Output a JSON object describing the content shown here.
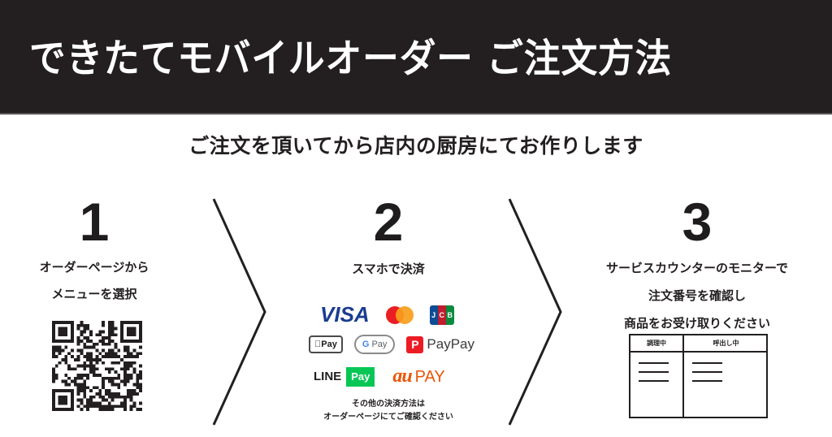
{
  "header": {
    "title": "できたてモバイルオーダー ご注文方法",
    "background_color": "#231f20",
    "text_color": "#ffffff"
  },
  "subtitle": "ご注文を頂いてから店内の厨房にてお作りします",
  "steps": [
    {
      "number": "1",
      "lines": [
        "オーダーページから",
        "メニューを選択"
      ],
      "illustration": "qr-code"
    },
    {
      "number": "2",
      "lines": [
        "スマホで決済"
      ],
      "payment_methods": {
        "row1": {
          "visa": "VISA",
          "mastercard": "mastercard-logo",
          "jcb": [
            "J",
            "C",
            "B"
          ]
        },
        "row2": {
          "apple_pay": "Pay",
          "google_pay_g": "G",
          "google_pay": "Pay",
          "paypay_mark": "P",
          "paypay": "PayPay"
        },
        "row3": {
          "line": "LINE",
          "line_pay": "Pay",
          "au": "au",
          "au_pay": "PAY"
        }
      },
      "note_lines": [
        "その他の決済方法は",
        "オーダーページにてご確認ください"
      ],
      "brand_colors": {
        "visa": "#1a3d8f",
        "mastercard_red": "#eb1d24",
        "mastercard_orange": "#f79e1b",
        "paypay": "#ed1c24",
        "line_pay": "#06c755",
        "au_pay": "#eb5505"
      }
    },
    {
      "number": "3",
      "lines": [
        "サービスカウンターのモニターで",
        "注文番号を確認し",
        "商品をお受け取りください"
      ],
      "monitor": {
        "columns": [
          "調理中",
          "呼出し中"
        ]
      }
    }
  ]
}
